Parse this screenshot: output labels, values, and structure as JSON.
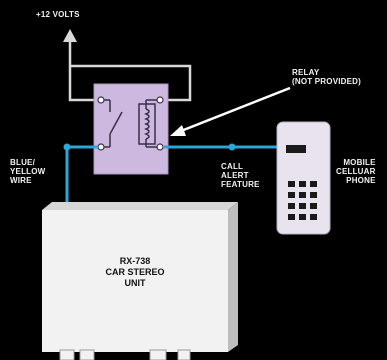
{
  "labels": {
    "power": "+12 VOLTS",
    "relay_line1": "RELAY",
    "relay_line2": "(NOT PROVIDED)",
    "wire_line1": "BLUE/",
    "wire_line2": "YELLOW",
    "wire_line3": "WIRE",
    "call_line1": "CALL",
    "call_line2": "ALERT",
    "call_line3": "FEATURE",
    "phone_line1": "MOBILE",
    "phone_line2": "CELLUAR",
    "phone_line3": "PHONE",
    "unit_line1": "RX-738",
    "unit_line2": "CAR STEREO",
    "unit_line3": "UNIT"
  },
  "colors": {
    "background": "#000000",
    "power_wire": "#d8d8d8",
    "signal_wire": "#2aa7d6",
    "relay_box": "#cdb9e0",
    "unit_box": "#f2f2f2",
    "phone_body": "#e8e3ee"
  }
}
